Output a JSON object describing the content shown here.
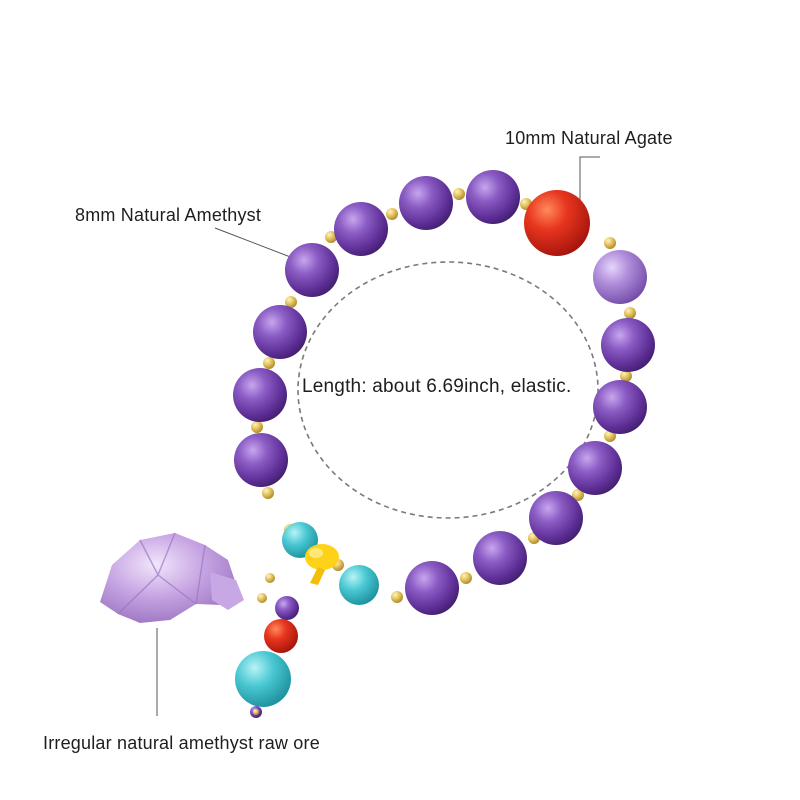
{
  "annotations": {
    "agate": "10mm Natural Agate",
    "amethyst": "8mm Natural Amethyst",
    "length": "Length: about 6.69inch, elastic.",
    "raw_ore": "Irregular natural amethyst raw ore"
  },
  "colors": {
    "amethyst": "#6f3fa8",
    "agate": "#d8261a",
    "amazonite": "#3ec6cf",
    "spacer_gold": "#e2c15a",
    "knot_yellow": "#ffd21a",
    "leader_line": "#555555",
    "dashed_circle": "#7a7a7a"
  }
}
